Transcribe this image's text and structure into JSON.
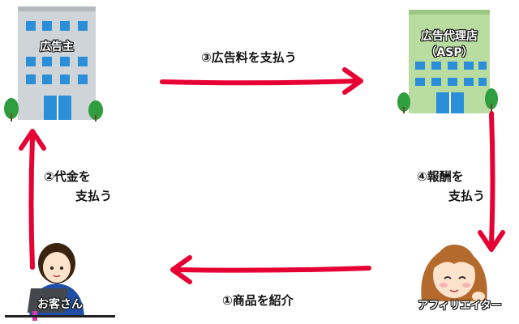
{
  "nodes": {
    "advertiser": "広告主",
    "asp": [
      "広告代理店",
      "（ASP）"
    ],
    "customer": "お客さん",
    "affiliate": "アフィリエイター"
  },
  "steps": {
    "s1": "①商品を紹介",
    "s2": [
      "②代金を",
      "支払う"
    ],
    "s3": "③広告料を支払う",
    "s4": [
      "④報酬を",
      "支払う"
    ]
  },
  "colors": {
    "arrow": "#e60033",
    "building_gray": "#cfd4d8",
    "building_green": "#b9dca0",
    "window_blue": "#2a8fd8",
    "tree_green": "#2e9e3e"
  }
}
